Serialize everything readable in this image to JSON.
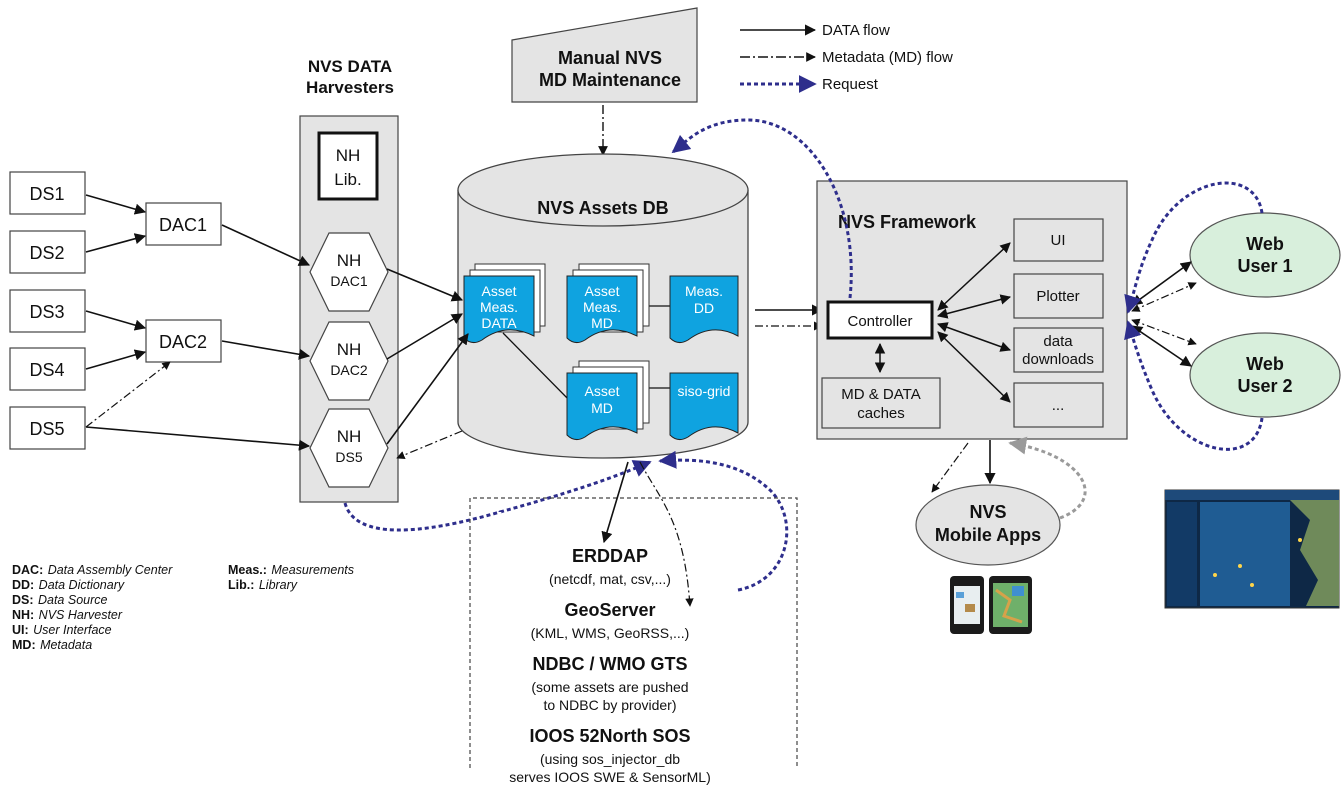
{
  "legend": {
    "data_flow": "DATA flow",
    "metadata_flow": "Metadata (MD) flow",
    "request": "Request"
  },
  "manual": {
    "line1": "Manual NVS",
    "line2": "MD Maintenance"
  },
  "harvesters": {
    "title_line1": "NVS DATA",
    "title_line2": "Harvesters",
    "lib_line1": "NH",
    "lib_line2": "Lib.",
    "nodes": [
      {
        "line1": "NH",
        "line2": "DAC1"
      },
      {
        "line1": "NH",
        "line2": "DAC2"
      },
      {
        "line1": "NH",
        "line2": "DS5"
      }
    ]
  },
  "sources": [
    "DS1",
    "DS2",
    "DS3",
    "DS4",
    "DS5"
  ],
  "dacs": [
    "DAC1",
    "DAC2"
  ],
  "assets_db": {
    "title": "NVS Assets DB",
    "docs": {
      "asset_meas_data": [
        "Asset",
        "Meas.",
        "DATA"
      ],
      "asset_meas_md": [
        "Asset",
        "Meas.",
        "MD"
      ],
      "meas_dd": [
        "Meas.",
        "DD"
      ],
      "asset_md": [
        "Asset",
        "MD"
      ],
      "siso_grid": [
        "siso-grid"
      ]
    }
  },
  "framework": {
    "title": "NVS Framework",
    "controller": "Controller",
    "caches": [
      "MD & DATA",
      "caches"
    ],
    "modules": [
      {
        "lines": [
          "UI"
        ]
      },
      {
        "lines": [
          "Plotter"
        ]
      },
      {
        "lines": [
          "data",
          "downloads"
        ]
      },
      {
        "lines": [
          "..."
        ]
      }
    ]
  },
  "users": [
    {
      "line1": "Web",
      "line2": "User 1"
    },
    {
      "line1": "Web",
      "line2": "User 2"
    }
  ],
  "mobile": {
    "line1": "NVS",
    "line2": "Mobile Apps"
  },
  "services": {
    "erddap_title": "ERDDAP",
    "erddap_sub": "(netcdf, mat, csv,...)",
    "geoserver_title": "GeoServer",
    "geoserver_sub": "(KML, WMS, GeoRSS,...)",
    "ndbc_title": "NDBC / WMO GTS",
    "ndbc_sub1": "(some assets are pushed",
    "ndbc_sub2": "to NDBC by provider)",
    "ioos_title": "IOOS 52North SOS",
    "ioos_sub1": "(using sos_injector_db",
    "ioos_sub2": "serves IOOS SWE & SensorML)"
  },
  "abbreviations": [
    {
      "key": "DAC:",
      "value": "Data Assembly Center"
    },
    {
      "key": "DD:",
      "value": "Data Dictionary"
    },
    {
      "key": "DS:",
      "value": "Data Source"
    },
    {
      "key": "NH:",
      "value": "NVS Harvester"
    },
    {
      "key": "UI:",
      "value": "User Interface"
    },
    {
      "key": "MD:",
      "value": "Metadata"
    }
  ],
  "abbreviations2": [
    {
      "key": "Meas.:",
      "value": "Measurements"
    },
    {
      "key": "Lib.:",
      "value": "Library"
    }
  ],
  "colors": {
    "panel_gray": "#e4e4e4",
    "doc_blue": "#0fa3e0",
    "user_green": "#d8efdc",
    "request_blue": "#2e2e8c",
    "mobile_gray_arrow": "#9a9a9a"
  }
}
